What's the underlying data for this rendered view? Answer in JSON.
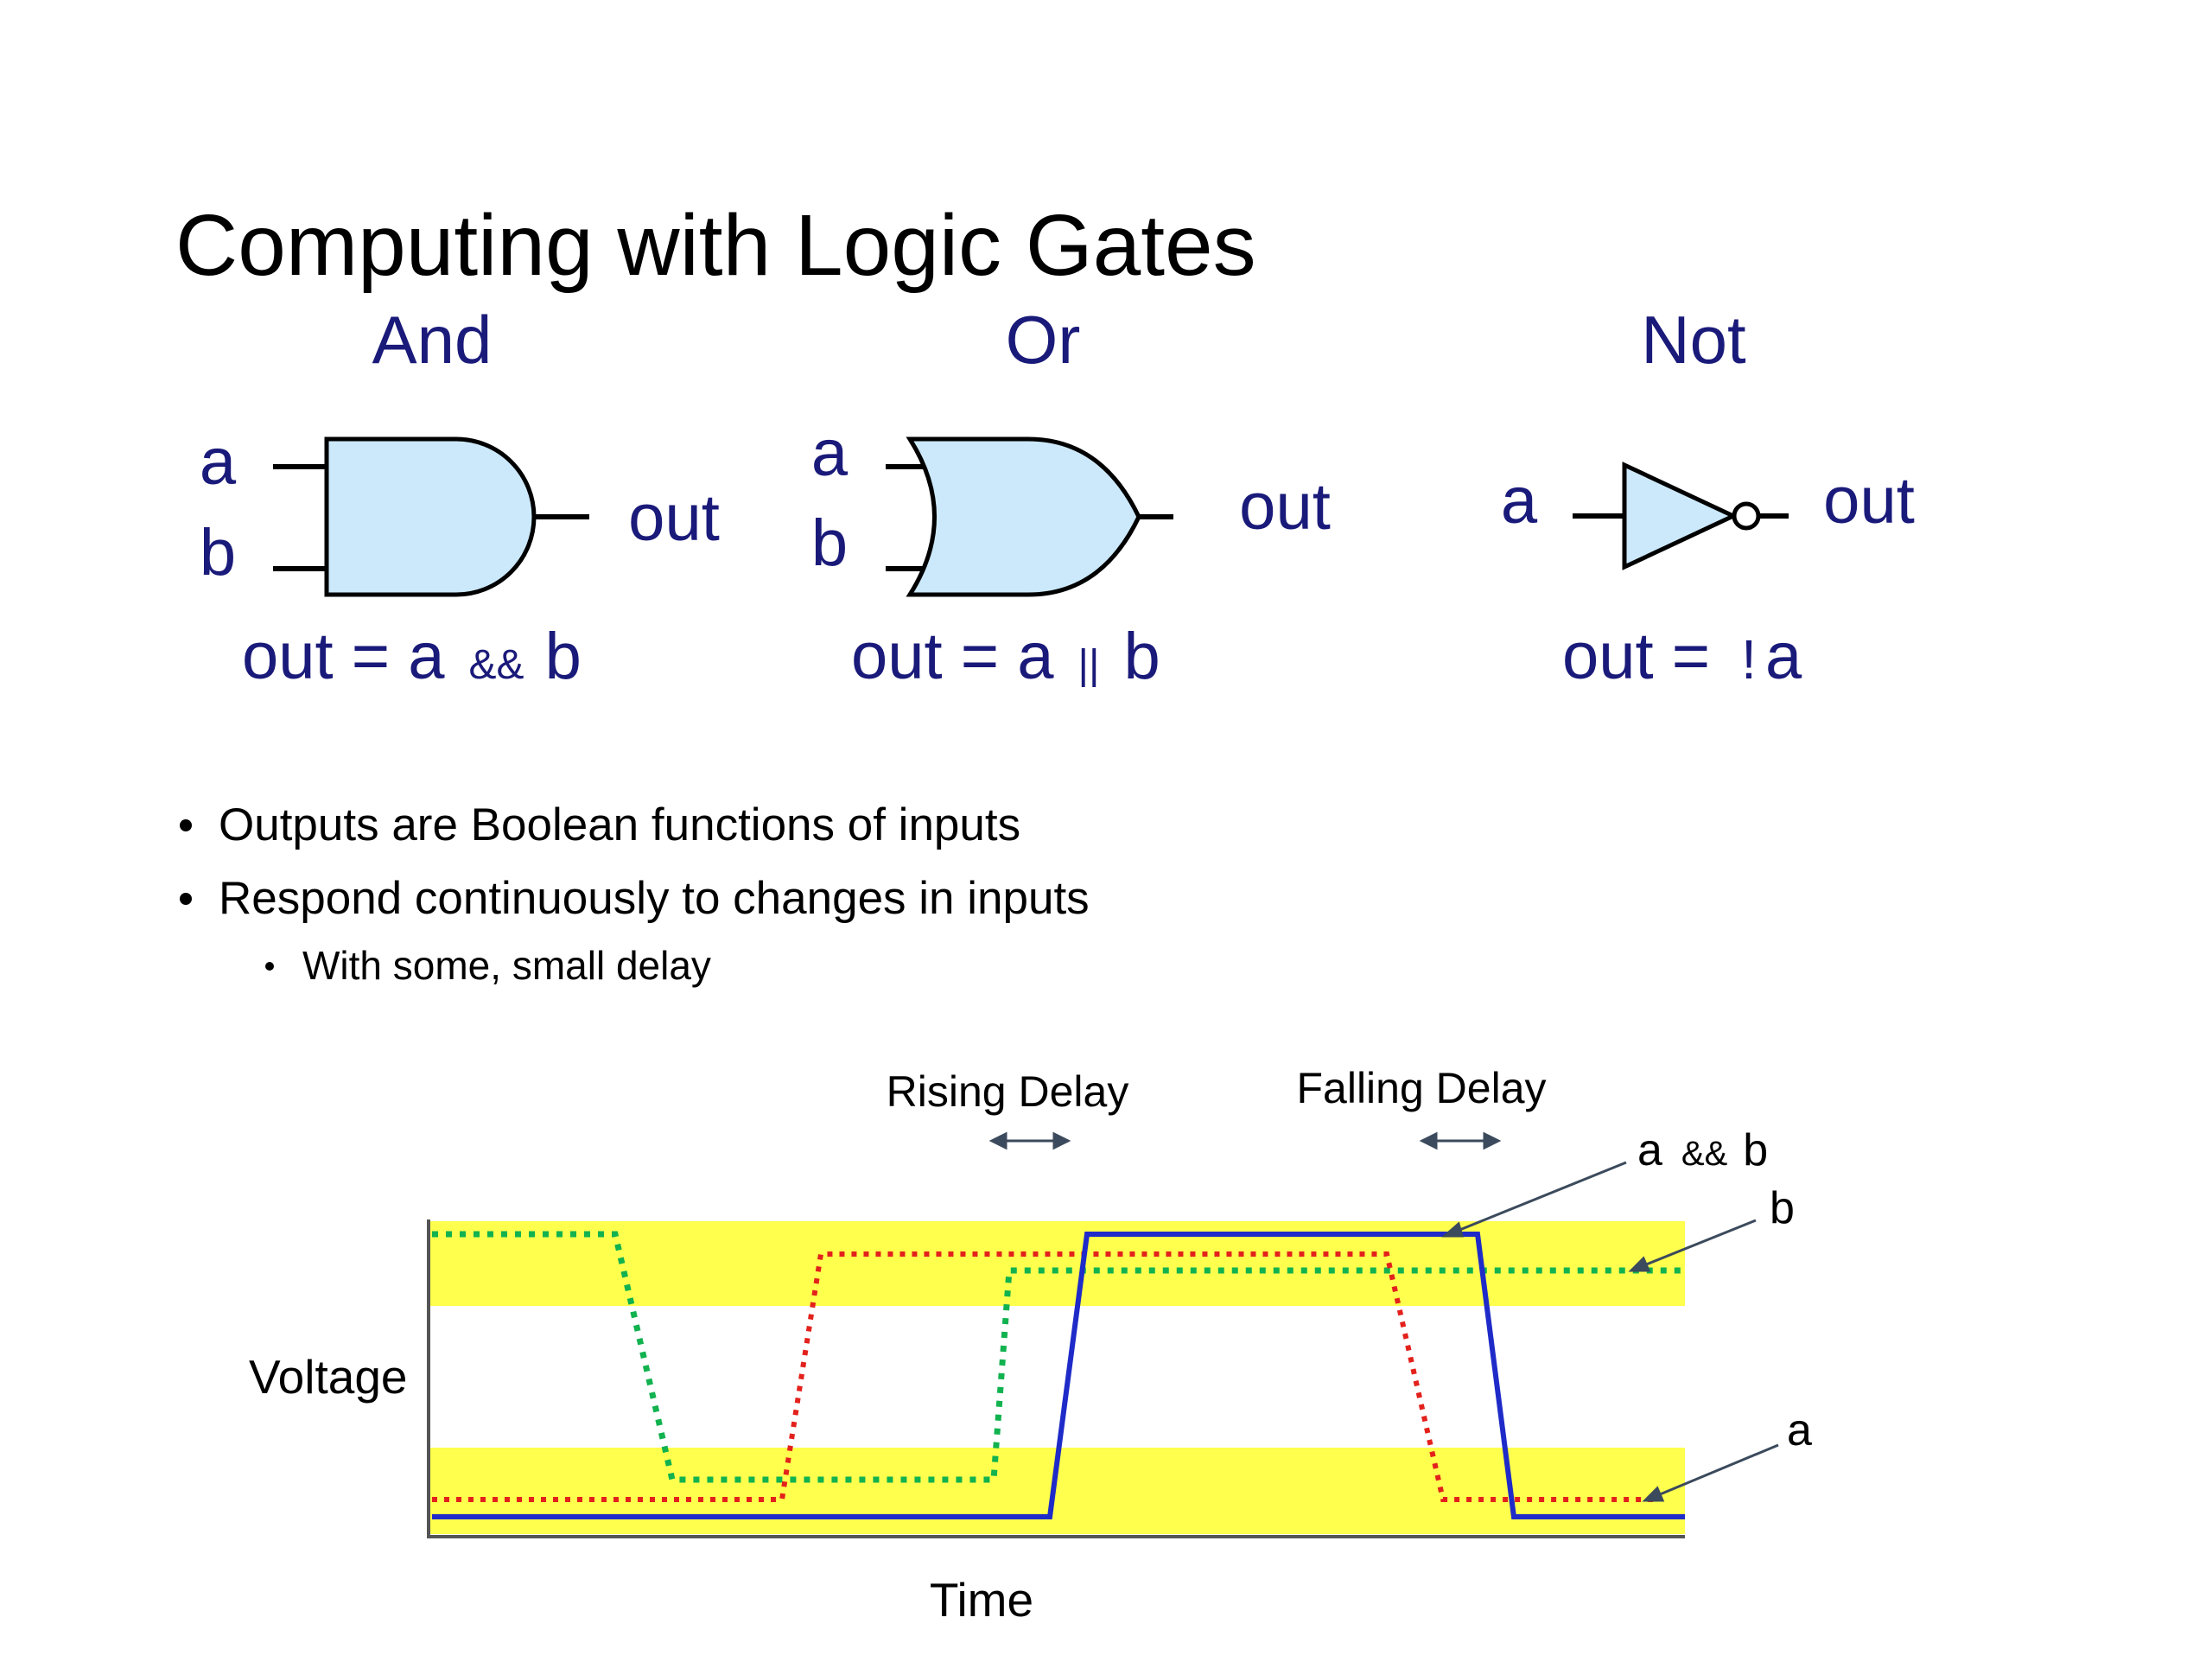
{
  "slide": {
    "title": "Computing with Logic Gates"
  },
  "gates": {
    "and": {
      "heading": "And",
      "input_a": "a",
      "input_b": "b",
      "output": "out",
      "equation_lhs": "out = a",
      "operator": "&&",
      "equation_rhs": "b"
    },
    "or": {
      "heading": "Or",
      "input_a": "a",
      "input_b": "b",
      "output": "out",
      "equation_lhs": "out = a",
      "operator": "||",
      "equation_rhs": "b"
    },
    "not": {
      "heading": "Not",
      "input_a": "a",
      "output": "out",
      "equation_lhs": "out =",
      "operator": "!",
      "equation_rhs": "a"
    }
  },
  "bullets": [
    {
      "level": 1,
      "text": "Outputs are Boolean functions of inputs"
    },
    {
      "level": 1,
      "text": "Respond continuously to changes in inputs"
    },
    {
      "level": 2,
      "text": "With some, small delay"
    }
  ],
  "timing": {
    "x_label": "Time",
    "y_label": "Voltage",
    "rising_delay_label": "Rising Delay",
    "falling_delay_label": "Falling Delay",
    "signal_and_a": "a",
    "signal_and_op": "&&",
    "signal_and_b": "b",
    "signal_b": "b",
    "signal_a": "a",
    "colors": {
      "band": "#ffff4d",
      "a": "#e3211c",
      "b": "#11b24f",
      "a_and_b": "#1f2bc8",
      "axis": "#555555",
      "pointer": "#3b4a5c"
    }
  },
  "colors": {
    "gate_fill": "#cce9fb",
    "gate_text": "#1a1a7a",
    "text": "#000000"
  }
}
